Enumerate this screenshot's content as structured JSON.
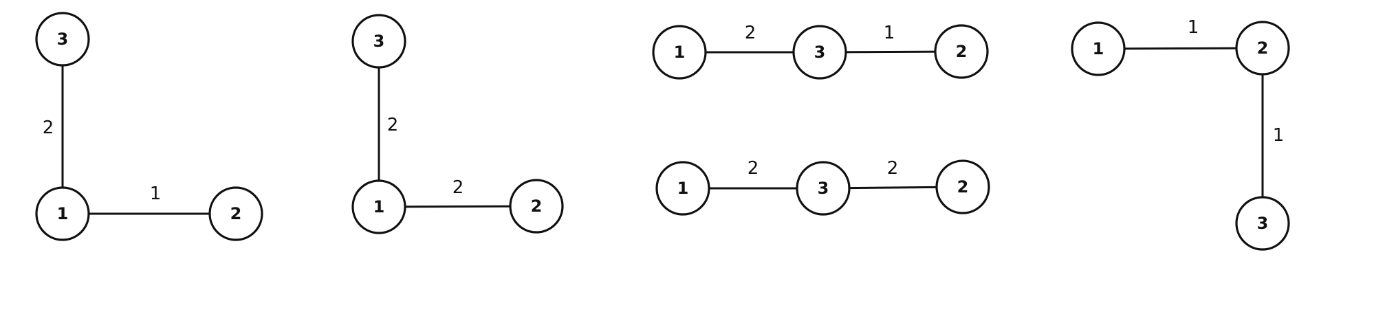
{
  "graphs": [
    {
      "nodes": [
        {
          "id": "g1-n3",
          "label": "3"
        },
        {
          "id": "g1-n1",
          "label": "1"
        },
        {
          "id": "g1-n2",
          "label": "2"
        }
      ],
      "edges": [
        {
          "from": "g1-n3",
          "to": "g1-n1",
          "weight": "2"
        },
        {
          "from": "g1-n1",
          "to": "g1-n2",
          "weight": "1"
        }
      ]
    },
    {
      "nodes": [
        {
          "id": "g2-n3",
          "label": "3"
        },
        {
          "id": "g2-n1",
          "label": "1"
        },
        {
          "id": "g2-n2",
          "label": "2"
        }
      ],
      "edges": [
        {
          "from": "g2-n3",
          "to": "g2-n1",
          "weight": "2"
        },
        {
          "from": "g2-n1",
          "to": "g2-n2",
          "weight": "2"
        }
      ]
    },
    {
      "nodes": [
        {
          "id": "g3-n1",
          "label": "1"
        },
        {
          "id": "g3-n3",
          "label": "3"
        },
        {
          "id": "g3-n2",
          "label": "2"
        }
      ],
      "edges": [
        {
          "from": "g3-n1",
          "to": "g3-n3",
          "weight": "2"
        },
        {
          "from": "g3-n3",
          "to": "g3-n2",
          "weight": "1"
        }
      ]
    },
    {
      "nodes": [
        {
          "id": "g4-n1",
          "label": "1"
        },
        {
          "id": "g4-n3",
          "label": "3"
        },
        {
          "id": "g4-n2",
          "label": "2"
        }
      ],
      "edges": [
        {
          "from": "g4-n1",
          "to": "g4-n3",
          "weight": "2"
        },
        {
          "from": "g4-n3",
          "to": "g4-n2",
          "weight": "2"
        }
      ]
    },
    {
      "nodes": [
        {
          "id": "g5-n1",
          "label": "1"
        },
        {
          "id": "g5-n2",
          "label": "2"
        },
        {
          "id": "g5-n3",
          "label": "3"
        }
      ],
      "edges": [
        {
          "from": "g5-n1",
          "to": "g5-n2",
          "weight": "1"
        },
        {
          "from": "g5-n2",
          "to": "g5-n3",
          "weight": "1"
        }
      ]
    }
  ]
}
